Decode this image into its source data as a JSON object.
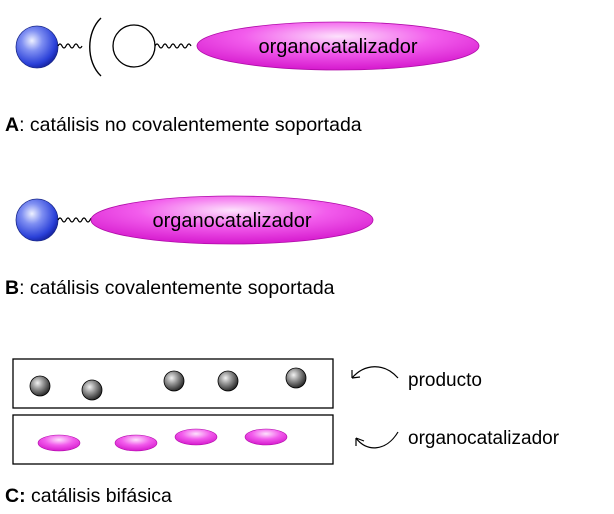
{
  "catalyst_label": "organocatalizador",
  "sections": {
    "A": {
      "letter": "A",
      "caption": ": catálisis no covalentemente soportada"
    },
    "B": {
      "letter": "B",
      "caption": ": catálisis covalentemente soportada"
    },
    "C": {
      "letter": "C:",
      "caption": " catálisis bifásica"
    }
  },
  "legend": {
    "product": "producto",
    "catalyst": "organocatalizador"
  },
  "colors": {
    "support_sphere": "#2a40d8",
    "catalyst_pill": "#ee1fe6",
    "product_sphere": "#4a4a4a"
  }
}
